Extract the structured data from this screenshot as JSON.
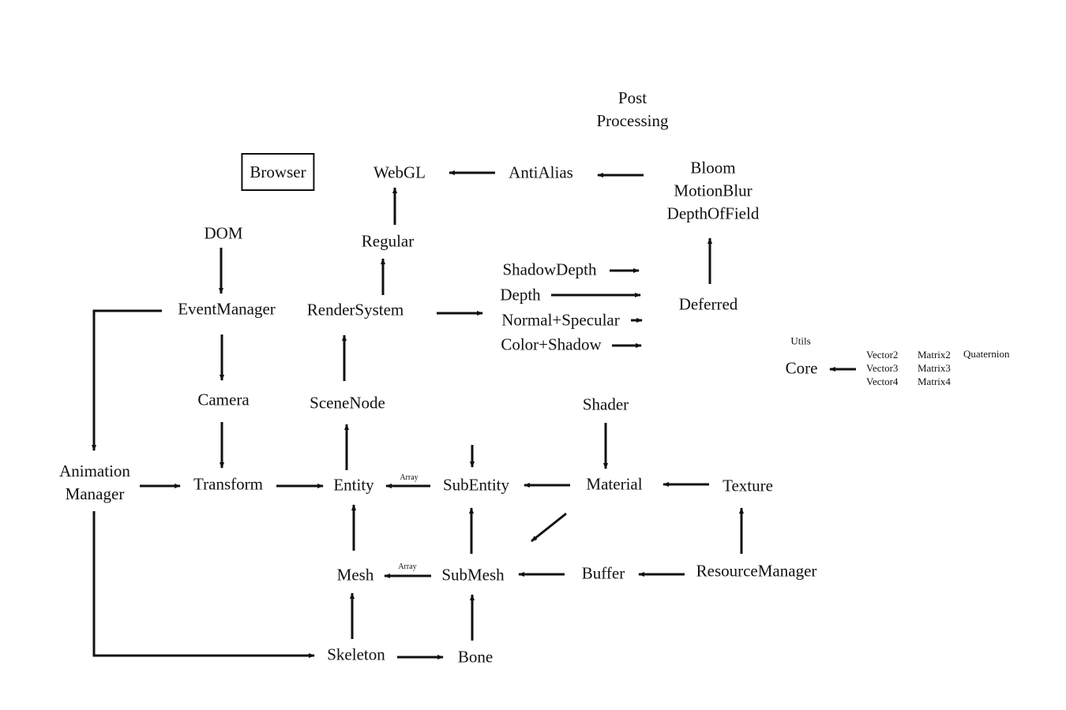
{
  "diagram": {
    "nodes": {
      "post_processing": [
        "Post",
        "Processing"
      ],
      "browser": "Browser",
      "webgl": "WebGL",
      "antialias": "AntiAlias",
      "effects": [
        "Bloom",
        "MotionBlur",
        "DepthOfField"
      ],
      "dom": "DOM",
      "regular": "Regular",
      "shadow_depth": "ShadowDepth",
      "depth": "Depth",
      "normal_specular": "Normal+Specular",
      "color_shadow": "Color+Shadow",
      "deferred": "Deferred",
      "event_manager": "EventManager",
      "render_system": "RenderSystem",
      "utils": "Utils",
      "core": "Core",
      "camera": "Camera",
      "scene_node": "SceneNode",
      "shader": "Shader",
      "animation_manager": [
        "Animation",
        "Manager"
      ],
      "transform": "Transform",
      "entity": "Entity",
      "subentity": "SubEntity",
      "material": "Material",
      "texture": "Texture",
      "mesh": "Mesh",
      "submesh": "SubMesh",
      "buffer": "Buffer",
      "resource_manager": "ResourceManager",
      "skeleton": "Skeleton",
      "bone": "Bone"
    },
    "utils_items": {
      "vectors": [
        "Vector2",
        "Vector3",
        "Vector4"
      ],
      "matrices": [
        "Matrix2",
        "Matrix3",
        "Matrix4"
      ],
      "other": [
        "Quaternion"
      ]
    },
    "edge_labels": {
      "subentity_to_entity": "Array",
      "submesh_to_mesh": "Array"
    },
    "edges": [
      {
        "from": "antialias",
        "to": "webgl"
      },
      {
        "from": "effects",
        "to": "antialias"
      },
      {
        "from": "regular",
        "to": "webgl"
      },
      {
        "from": "render_system",
        "to": "regular"
      },
      {
        "from": "render_system",
        "to": "deferred_passes"
      },
      {
        "from": "shadow_depth",
        "to": "deferred"
      },
      {
        "from": "depth",
        "to": "deferred"
      },
      {
        "from": "normal_specular",
        "to": "deferred"
      },
      {
        "from": "color_shadow",
        "to": "deferred"
      },
      {
        "from": "deferred",
        "to": "effects"
      },
      {
        "from": "dom",
        "to": "event_manager"
      },
      {
        "from": "event_manager",
        "to": "camera"
      },
      {
        "from": "event_manager",
        "to": "animation_manager"
      },
      {
        "from": "camera",
        "to": "transform"
      },
      {
        "from": "scene_node",
        "to": "render_system"
      },
      {
        "from": "entity",
        "to": "scene_node"
      },
      {
        "from": "animation_manager",
        "to": "transform"
      },
      {
        "from": "animation_manager",
        "to": "skeleton"
      },
      {
        "from": "transform",
        "to": "entity"
      },
      {
        "from": "subentity",
        "to": "entity",
        "label": "Array"
      },
      {
        "from": "material",
        "to": "subentity"
      },
      {
        "from": "shader",
        "to": "material"
      },
      {
        "from": "texture",
        "to": "material"
      },
      {
        "from": "material",
        "to": "submesh"
      },
      {
        "from": "mesh",
        "to": "entity"
      },
      {
        "from": "submesh",
        "to": "subentity"
      },
      {
        "from": "submesh",
        "to": "mesh",
        "label": "Array"
      },
      {
        "from": "buffer",
        "to": "submesh"
      },
      {
        "from": "resource_manager",
        "to": "buffer"
      },
      {
        "from": "resource_manager",
        "to": "texture"
      },
      {
        "from": "skeleton",
        "to": "mesh"
      },
      {
        "from": "skeleton",
        "to": "bone"
      },
      {
        "from": "bone",
        "to": "submesh"
      },
      {
        "from": "utils_items",
        "to": "core"
      }
    ]
  }
}
